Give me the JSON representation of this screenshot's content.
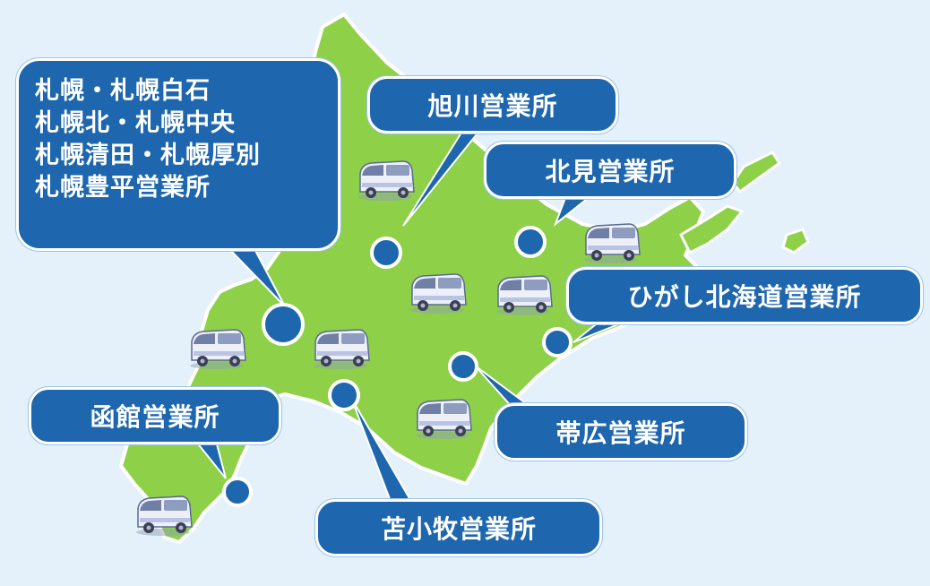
{
  "colors": {
    "sea": "#e4f1fb",
    "land": "#8ed048",
    "marker": "#1e66ad",
    "callout_bg": "#1e66ad",
    "callout_text": "#ffffff",
    "van": "#e9ecf5"
  },
  "offices": {
    "sapporo": {
      "lines": [
        "札幌・札幌白石",
        "札幌北・札幌中央",
        "札幌清田・札幌厚別",
        "札幌豊平営業所"
      ]
    },
    "asahikawa": {
      "label": "旭川営業所"
    },
    "kitami": {
      "label": "北見営業所"
    },
    "higashi": {
      "label": "ひがし北海道営業所"
    },
    "obihiro": {
      "label": "帯広営業所"
    },
    "tomakomai": {
      "label": "苫小牧営業所"
    },
    "hakodate": {
      "label": "函館営業所"
    }
  },
  "icons": {
    "marker": "location-dot-icon",
    "vehicle": "delivery-van-icon"
  }
}
